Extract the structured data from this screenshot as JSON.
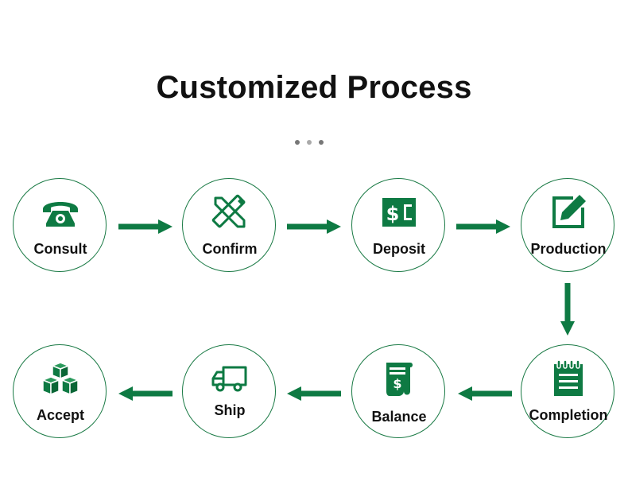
{
  "title": "Customized Process",
  "colors": {
    "accent": "#0e7a43",
    "circle_border": "#1a7a45"
  },
  "steps": [
    {
      "label": "Consult",
      "icon": "telephone-icon"
    },
    {
      "label": "Confirm",
      "icon": "pencil-ruler-icon"
    },
    {
      "label": "Deposit",
      "icon": "dollar-card-icon"
    },
    {
      "label": "Production",
      "icon": "edit-icon"
    },
    {
      "label": "Completion",
      "icon": "notepad-icon"
    },
    {
      "label": "Balance",
      "icon": "receipt-icon"
    },
    {
      "label": "Ship",
      "icon": "truck-icon"
    },
    {
      "label": "Accept",
      "icon": "boxes-icon"
    }
  ]
}
